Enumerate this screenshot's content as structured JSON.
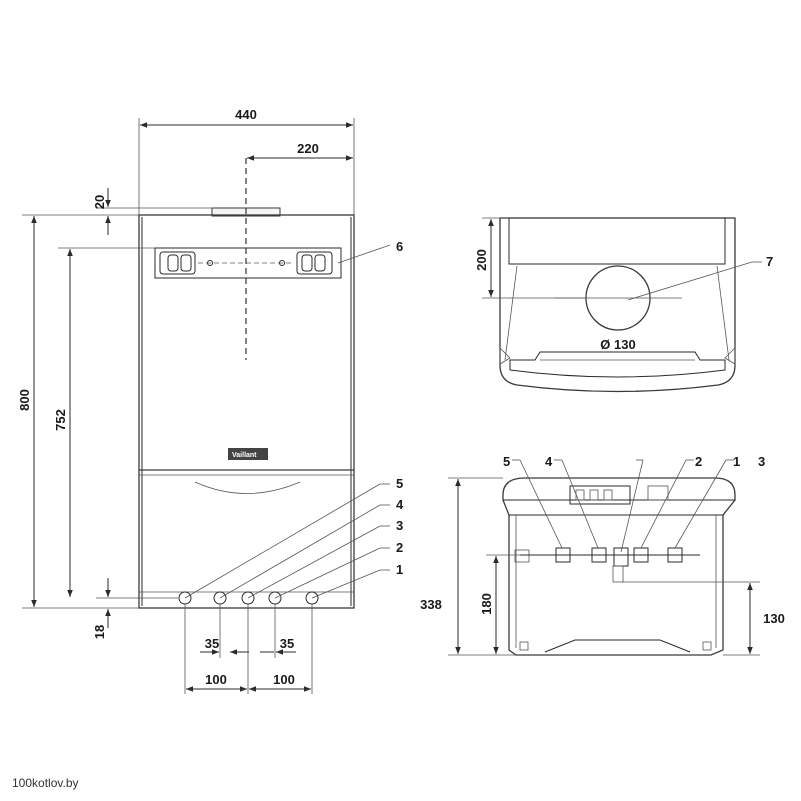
{
  "front_view": {
    "width": "440",
    "half_width": "220",
    "top_offset": "20",
    "height": "800",
    "inner_height": "752",
    "bottom_offset": "18",
    "pipe_spacing_small_left": "35",
    "pipe_spacing_small_right": "35",
    "pipe_spacing_large_left": "100",
    "pipe_spacing_large_right": "100",
    "brand": "Vaillant",
    "callouts": [
      "5",
      "4",
      "3",
      "2",
      "1",
      "6"
    ]
  },
  "top_view": {
    "depth_offset": "200",
    "flue_diameter": "Ø 130",
    "callout": "7"
  },
  "bottom_view": {
    "callouts": [
      "5",
      "4",
      "2",
      "1",
      "3"
    ],
    "total_depth": "338",
    "pipe_depth": "180",
    "right_depth": "130"
  },
  "watermark": "100kotlov.by",
  "colors": {
    "line": "#2a2a2a",
    "background": "#ffffff",
    "brand_badge": "#444444"
  }
}
